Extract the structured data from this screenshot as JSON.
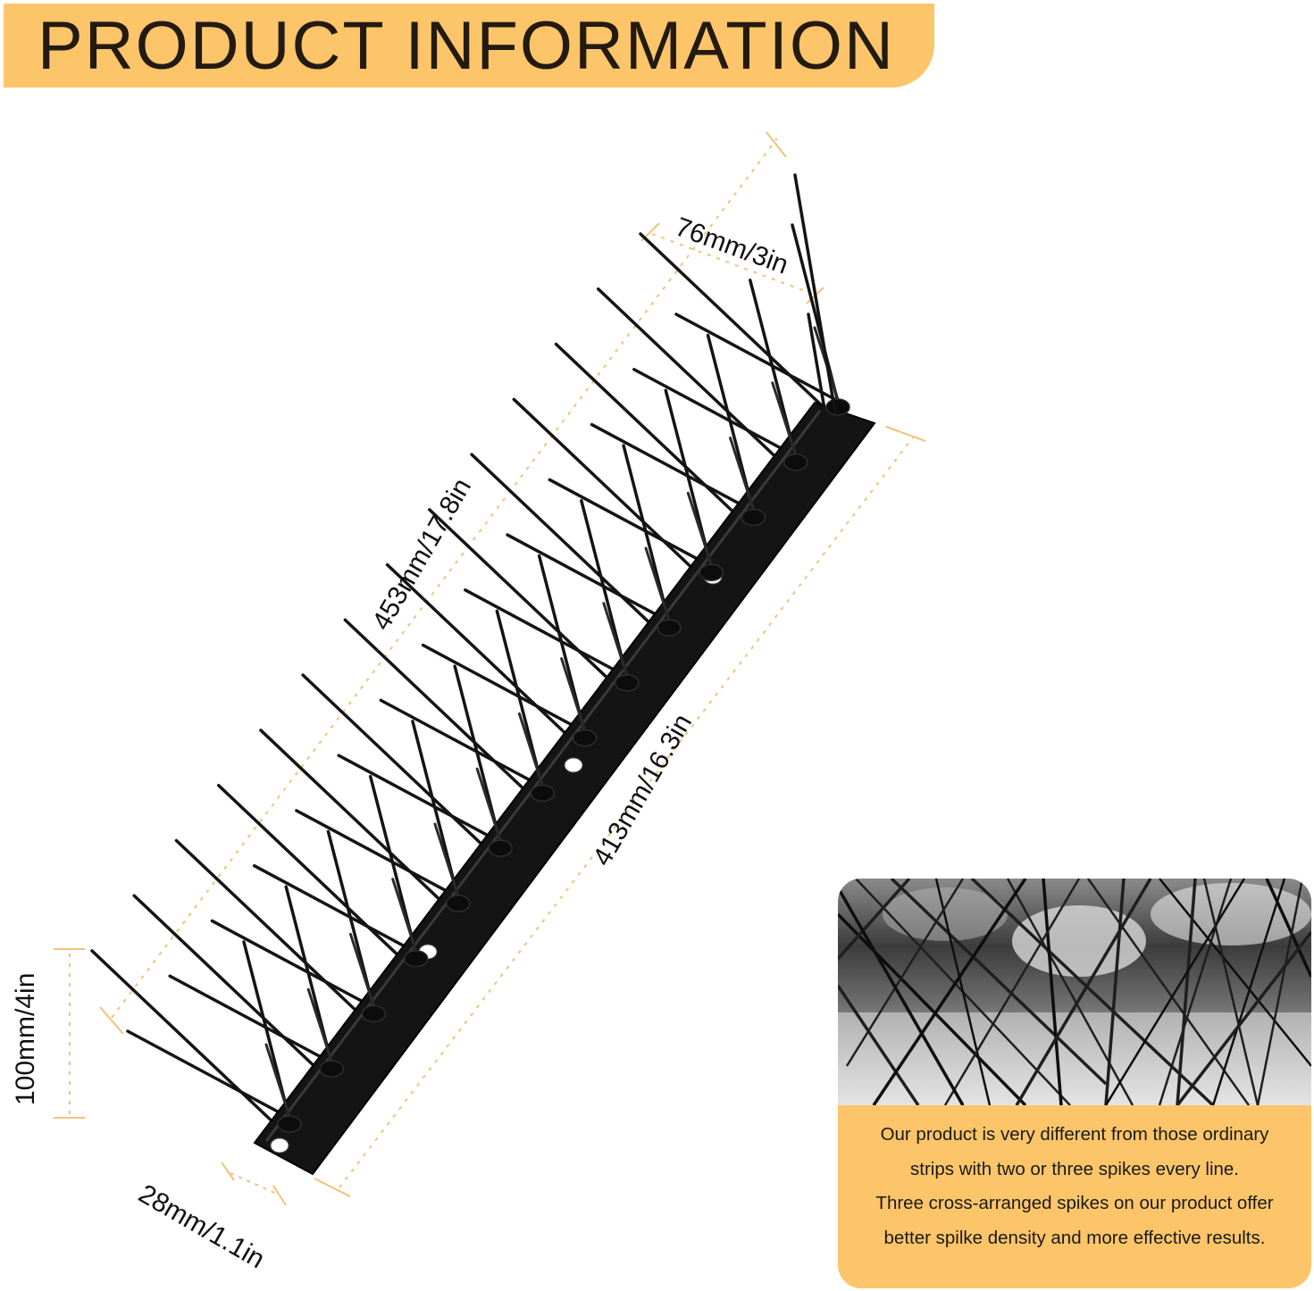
{
  "header": {
    "title": "PRODUCT INFORMATION"
  },
  "dimensions": {
    "spike_spacing": "76mm/3in",
    "total_length": "453mm/17.8in",
    "base_length": "413mm/16.3in",
    "height": "100mm/4in",
    "base_width": "28mm/1.1in"
  },
  "description": {
    "lines": [
      "Our product is very different from those ordinary",
      "strips with two or three spikes every line.",
      "Three cross-arranged spikes on our product offer",
      "better spilke density and more effective results."
    ]
  },
  "colors": {
    "accent": "#fcc56a",
    "guide": "#f0c37a",
    "product": "#141414"
  }
}
